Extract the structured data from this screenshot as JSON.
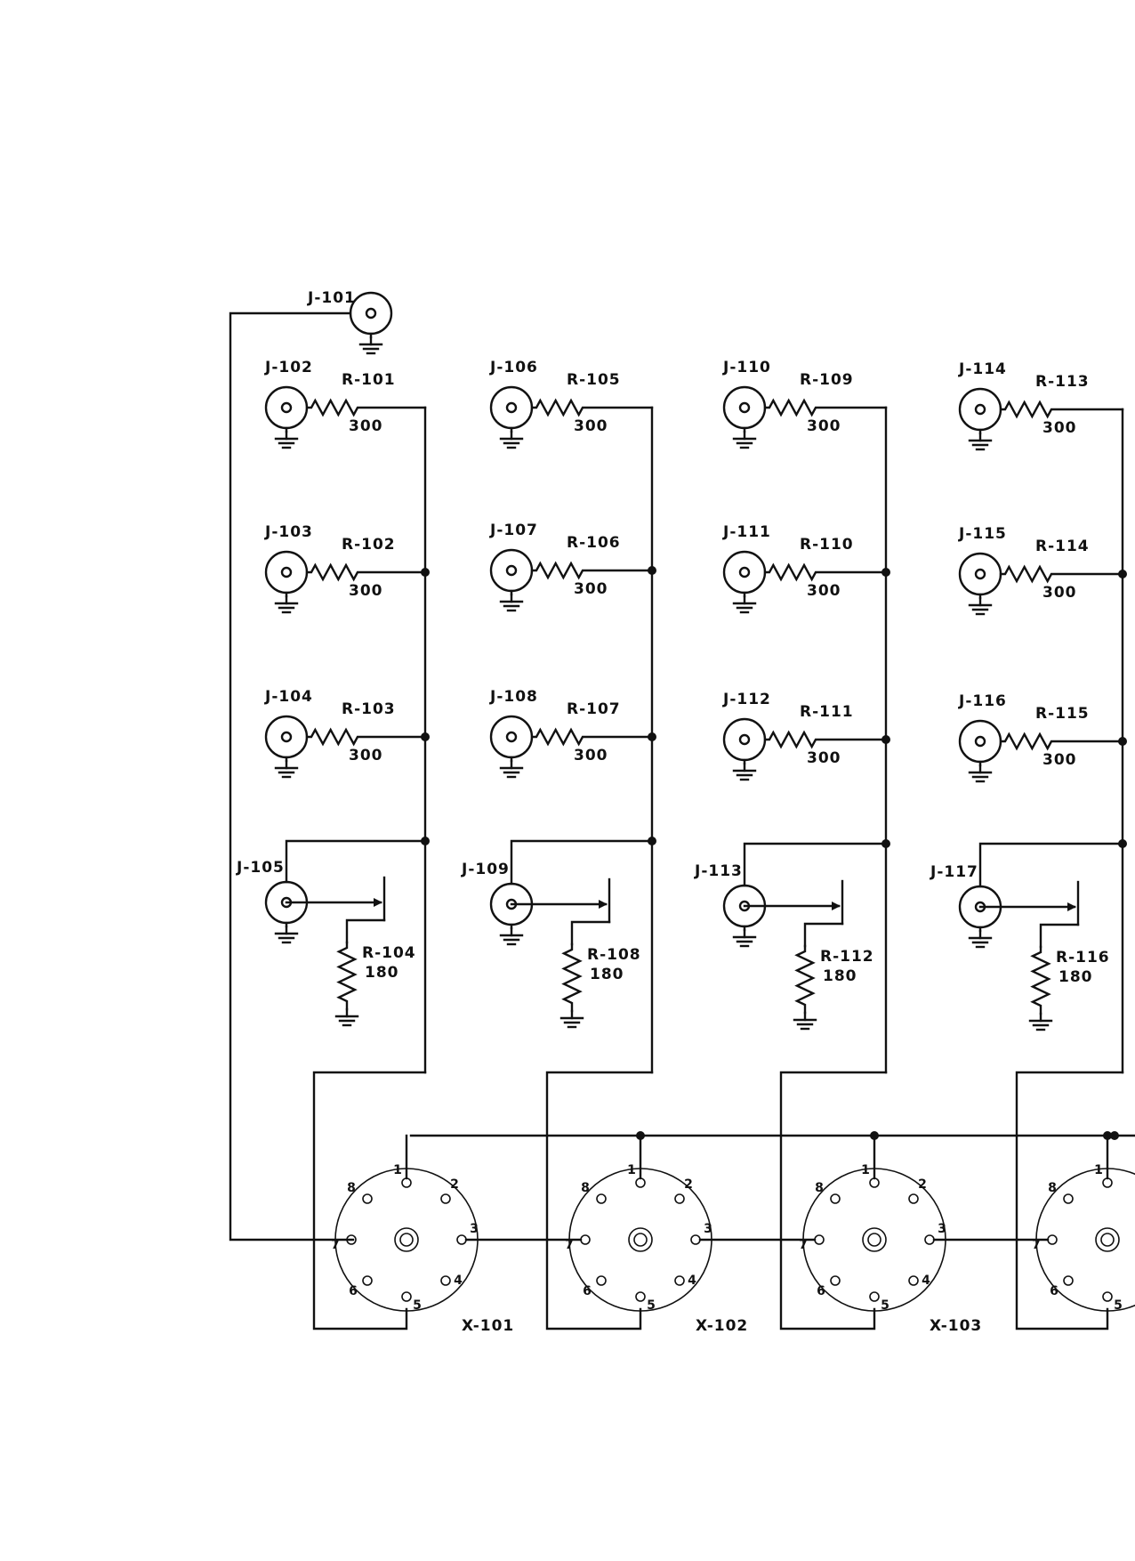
{
  "j101": "J-101",
  "columns": [
    {
      "rows": [
        {
          "jack": "J-102",
          "res": "R-101",
          "val": "300"
        },
        {
          "jack": "J-103",
          "res": "R-102",
          "val": "300"
        },
        {
          "jack": "J-104",
          "res": "R-103",
          "val": "300"
        }
      ],
      "pot_jack": "J-105",
      "pot_res": "R-104",
      "pot_val": "180",
      "socket": "X-101"
    },
    {
      "rows": [
        {
          "jack": "J-106",
          "res": "R-105",
          "val": "300"
        },
        {
          "jack": "J-107",
          "res": "R-106",
          "val": "300"
        },
        {
          "jack": "J-108",
          "res": "R-107",
          "val": "300"
        }
      ],
      "pot_jack": "J-109",
      "pot_res": "R-108",
      "pot_val": "180",
      "socket": "X-102"
    },
    {
      "rows": [
        {
          "jack": "J-110",
          "res": "R-109",
          "val": "300"
        },
        {
          "jack": "J-111",
          "res": "R-110",
          "val": "300"
        },
        {
          "jack": "J-112",
          "res": "R-111",
          "val": "300"
        }
      ],
      "pot_jack": "J-113",
      "pot_res": "R-112",
      "pot_val": "180",
      "socket": "X-103"
    },
    {
      "rows": [
        {
          "jack": "J-114",
          "res": "R-113",
          "val": "300"
        },
        {
          "jack": "J-115",
          "res": "R-114",
          "val": "300"
        },
        {
          "jack": "J-116",
          "res": "R-115",
          "val": "300"
        }
      ],
      "pot_jack": "J-117",
      "pot_res": "R-116",
      "pot_val": "180",
      "socket": ""
    }
  ],
  "pins": [
    "1",
    "2",
    "3",
    "4",
    "5",
    "6",
    "7",
    "8"
  ]
}
